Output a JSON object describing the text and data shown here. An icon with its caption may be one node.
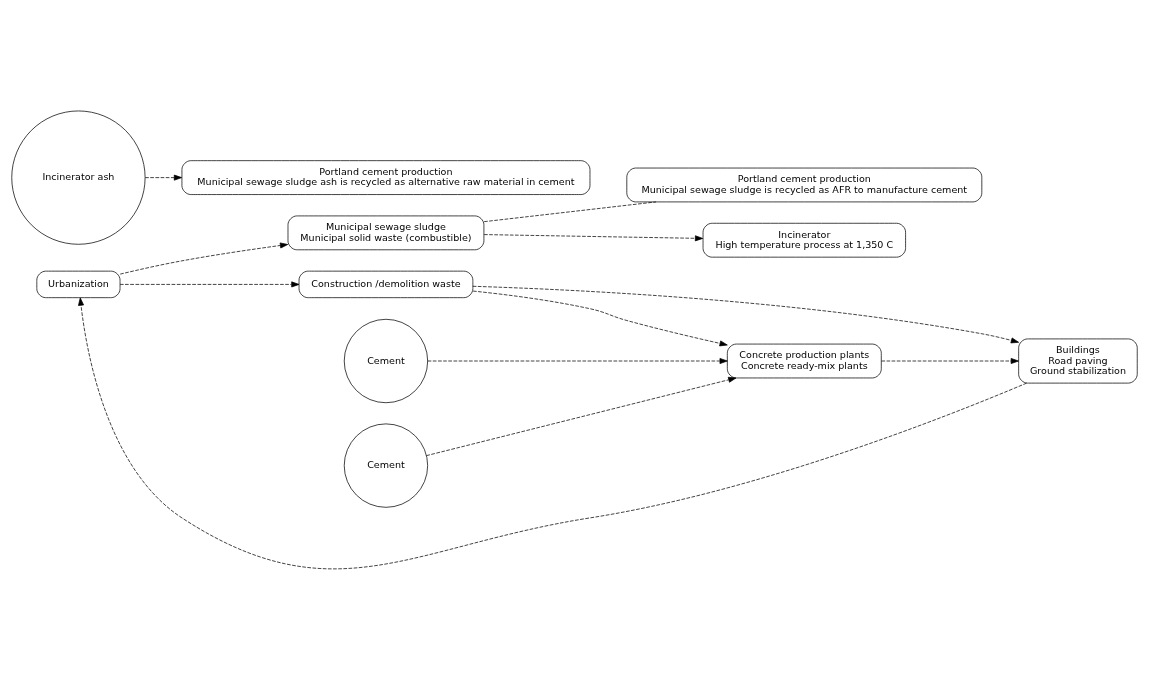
{
  "diagram": {
    "nodes": [
      {
        "text": [
          "Urbanization"
        ]
      },
      {
        "text": [
          "Municipal sewage sludge",
          "Municipal solid waste (combustible)"
        ]
      },
      {
        "text": [
          "Buildings",
          "Road paving",
          "Ground stabilization"
        ]
      },
      {
        "text": [
          "Portland cement production",
          "Municipal sewage sludge is recycled as AFR to manufacture cement"
        ]
      },
      {
        "text": [
          "Cement"
        ]
      },
      {
        "text": [
          "Incinerator",
          "High temperature process at 1,350 C"
        ]
      },
      {
        "text": [
          "Incinerator ash"
        ]
      },
      {
        "text": [
          "Construction /demolition waste"
        ]
      },
      {
        "text": [
          "Portland cement production",
          "Municipal sewage sludge ash is recycled as alternative raw material in cement"
        ]
      },
      {
        "text": [
          "Cement"
        ]
      },
      {
        "text": [
          "Concrete production plants",
          "Concrete ready-mix plants"
        ]
      }
    ],
    "edges": [
      {
        "from": 0,
        "to": 1,
        "arrow": "to",
        "style": "dashed"
      },
      {
        "from": 2,
        "to": 0,
        "arrow": "to",
        "style": "dashed"
      },
      {
        "from": 0,
        "to": 7,
        "arrow": "to",
        "style": "dashed"
      },
      {
        "from": 1,
        "to": 5,
        "arrow": "to",
        "style": "dashed"
      },
      {
        "from": 1,
        "to": 3,
        "arrow": "none",
        "style": "dashed"
      },
      {
        "from": 7,
        "to": 2,
        "arrow": "to",
        "style": "dashed"
      },
      {
        "from": 7,
        "to": 10,
        "arrow": "to",
        "style": "dashed"
      },
      {
        "from": 10,
        "to": 2,
        "arrow": "to",
        "style": "dashed"
      },
      {
        "from": 4,
        "to": 10,
        "arrow": "to",
        "style": "dashed"
      },
      {
        "from": 6,
        "to": 8,
        "arrow": "to",
        "style": "dashed"
      },
      {
        "from": 9,
        "to": 10,
        "arrow": "to",
        "style": "dashed"
      }
    ]
  }
}
